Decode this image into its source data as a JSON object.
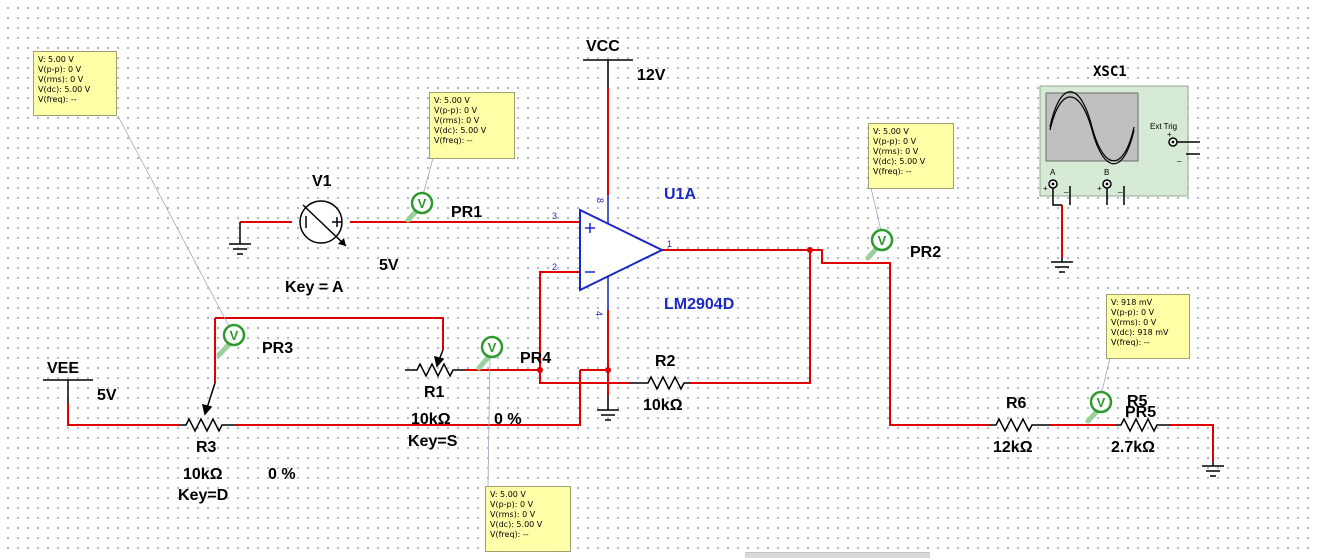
{
  "canvas": {
    "grid": true,
    "wire_color": "#e00000",
    "component_color": "#000000",
    "label_color": "#1a28c8",
    "probe_color": "#2e9a2e"
  },
  "rails": {
    "vcc": {
      "name": "VCC",
      "value": "12V"
    },
    "vee": {
      "name": "VEE",
      "value": "5V"
    }
  },
  "opamp": {
    "ref": "U1A",
    "part": "LM2904D",
    "pins": [
      "3",
      "2",
      "1",
      "8",
      "4"
    ]
  },
  "source": {
    "ref": "V1",
    "value": "5V",
    "key": "Key = A"
  },
  "resistors": {
    "r1": {
      "ref": "R1",
      "value": "10kΩ",
      "percent": "0 %",
      "key": "Key=S"
    },
    "r2": {
      "ref": "R2",
      "value": "10kΩ"
    },
    "r3": {
      "ref": "R3",
      "value": "10kΩ",
      "percent": "0 %",
      "key": "Key=D"
    },
    "r5": {
      "ref": "R5",
      "value": "2.7kΩ"
    },
    "r6": {
      "ref": "R6",
      "value": "12kΩ"
    }
  },
  "probes": [
    {
      "ref": "PR1",
      "symbol": "V"
    },
    {
      "ref": "PR2",
      "symbol": "V"
    },
    {
      "ref": "PR3",
      "symbol": "V"
    },
    {
      "ref": "PR4",
      "symbol": "V"
    },
    {
      "ref": "PR5",
      "symbol": "V"
    }
  ],
  "tooltips": {
    "pr3": [
      "V: 5.00 V",
      "V(p-p): 0 V",
      "V(rms): 0 V",
      "V(dc): 5.00 V",
      "V(freq): --"
    ],
    "pr1": [
      "V: 5.00 V",
      "V(p-p): 0 V",
      "V(rms): 0 V",
      "V(dc): 5.00 V",
      "V(freq): --"
    ],
    "pr2": [
      "V: 5.00 V",
      "V(p-p): 0 V",
      "V(rms): 0 V",
      "V(dc): 5.00 V",
      "V(freq): --"
    ],
    "pr5": [
      "V: 918 mV",
      "V(p-p): 0 V",
      "V(rms): 0 V",
      "V(dc): 918 mV",
      "V(freq): --"
    ],
    "pr4": [
      "V: 5.00 V",
      "V(p-p): 0 V",
      "V(rms): 0 V",
      "V(dc): 5.00 V",
      "V(freq): --"
    ]
  },
  "oscilloscope": {
    "ref": "XSC1",
    "trigger": "Ext Trig",
    "channel_a": "A",
    "channel_b": "B",
    "plus": "+",
    "minus": "_"
  }
}
